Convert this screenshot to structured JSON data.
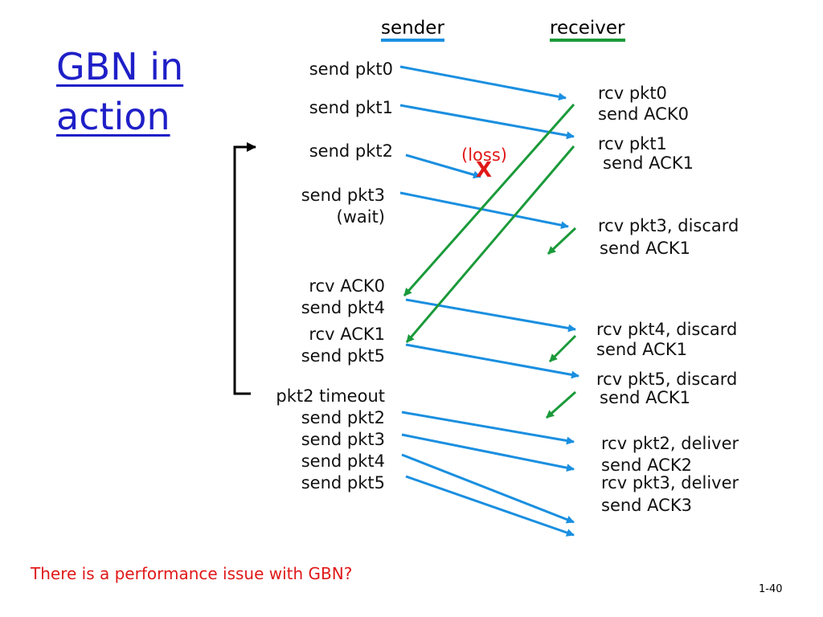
{
  "title": {
    "line1": "GBN in",
    "line2": "action"
  },
  "columns": {
    "sender": "sender",
    "receiver": "receiver"
  },
  "colors": {
    "title": "#1f1fc8",
    "sender_bar": "#1a8fe0",
    "receiver_bar": "#1a9a3a",
    "pkt_arrow": "#1a8fe0",
    "ack_arrow": "#1a9a3a",
    "loss": "#e01818",
    "question": "#e01818"
  },
  "sender_events": [
    "send  pkt0",
    "send  pkt1",
    "send  pkt2",
    "send  pkt3",
    "(wait)",
    "rcv  ACK0",
    "send  pkt4",
    "rcv  ACK1",
    "send  pkt5",
    "pkt2 timeout",
    "send  pkt2",
    "send  pkt3",
    "send  pkt4",
    "send  pkt5"
  ],
  "receiver_events": [
    "rcv  pkt0",
    "send  ACK0",
    "rcv  pkt1",
    "send  ACK1",
    "rcv  pkt3, discard",
    "send  ACK1",
    "rcv  pkt4, discard",
    "send  ACK1",
    "rcv  pkt5, discard",
    "send  ACK1",
    "rcv  pkt2, deliver",
    "send  ACK2",
    "rcv  pkt3, deliver",
    "send  ACK3"
  ],
  "loss": {
    "label": "(loss)",
    "mark": "X"
  },
  "question": "There is a performance issue with GBN?",
  "slide_number": "1-40"
}
